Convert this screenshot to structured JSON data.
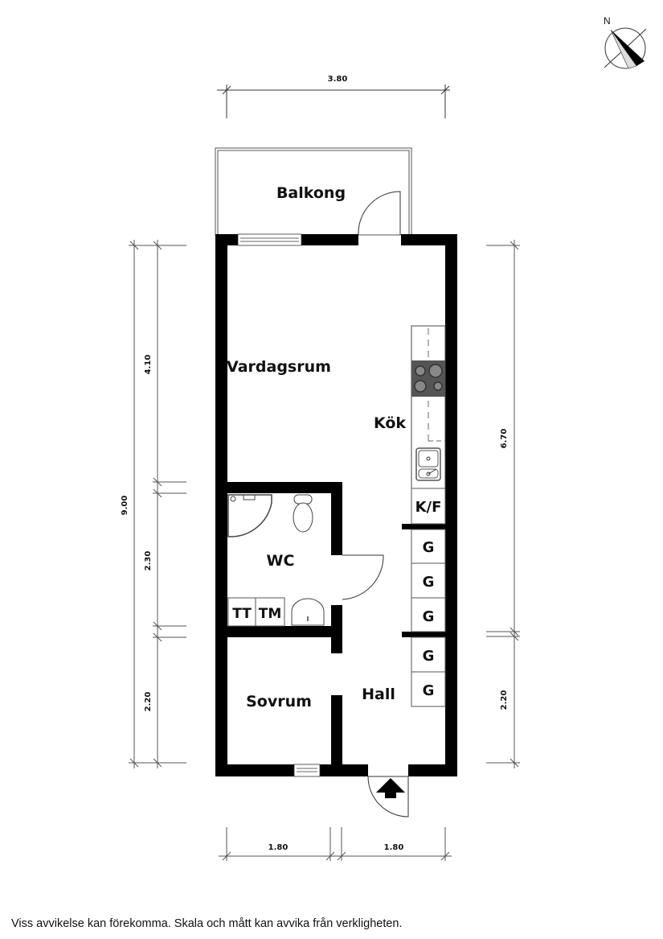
{
  "compass": {
    "label": "N",
    "icon": "north-arrow-icon"
  },
  "dimensions": {
    "top_width": "3.80",
    "left_total": "9.00",
    "left_segments": [
      "4.10",
      "2.30",
      "2.20"
    ],
    "right_segments": [
      "6.70",
      "2.20"
    ],
    "bottom_segments": [
      "1.80",
      "1.80"
    ]
  },
  "rooms": {
    "balcony": "Balkong",
    "living_room": "Vardagsrum",
    "kitchen": "Kök",
    "bathroom": "WC",
    "bedroom": "Sovrum",
    "hall": "Hall"
  },
  "fixtures": {
    "fridge_freezer": "K/F",
    "wardrobes": [
      "G",
      "G",
      "G",
      "G",
      "G"
    ],
    "dryer": "TT",
    "washer": "TM"
  },
  "colors": {
    "wall": "#000000",
    "stove": "#555555",
    "line": "#444444"
  },
  "footer": {
    "disclaimer": "Viss avvikelse kan förekomma. Skala och mått kan avvika från verkligheten."
  }
}
